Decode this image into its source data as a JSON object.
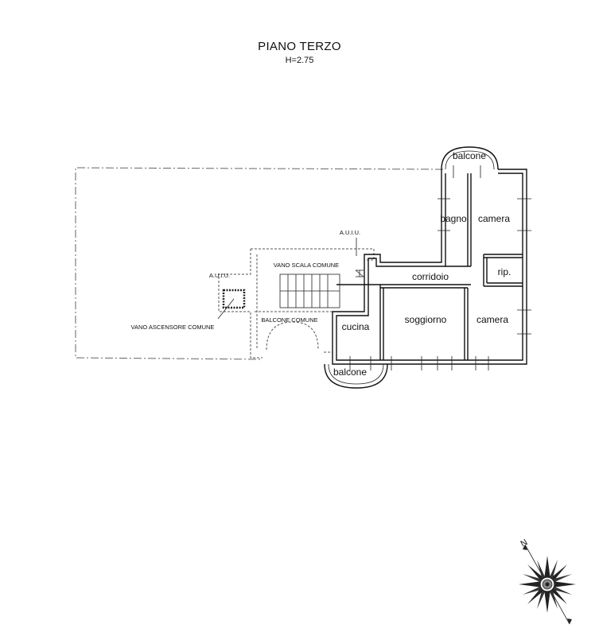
{
  "header": {
    "title": "PIANO TERZO",
    "height": "H=2.75"
  },
  "rooms": {
    "balcone_top": "balcone",
    "bagno": "bagno",
    "camera_top": "camera",
    "rip": "rip.",
    "corridoio": "corridoio",
    "cucina": "cucina",
    "soggiorno": "soggiorno",
    "camera_bottom": "camera",
    "balcone_bottom": "balcone"
  },
  "common_areas": {
    "auiu_top": "A.U.I.U.",
    "auiu_left": "A.U.I.U.",
    "vano_scala": "VANO SCALA COMUNE",
    "vano_ascensore": "VANO ASCENSORE COMUNE",
    "balcone_comune": "BALCONE COMUNE"
  },
  "compass": {
    "north_label": "N",
    "icon": "compass-rose-icon"
  }
}
